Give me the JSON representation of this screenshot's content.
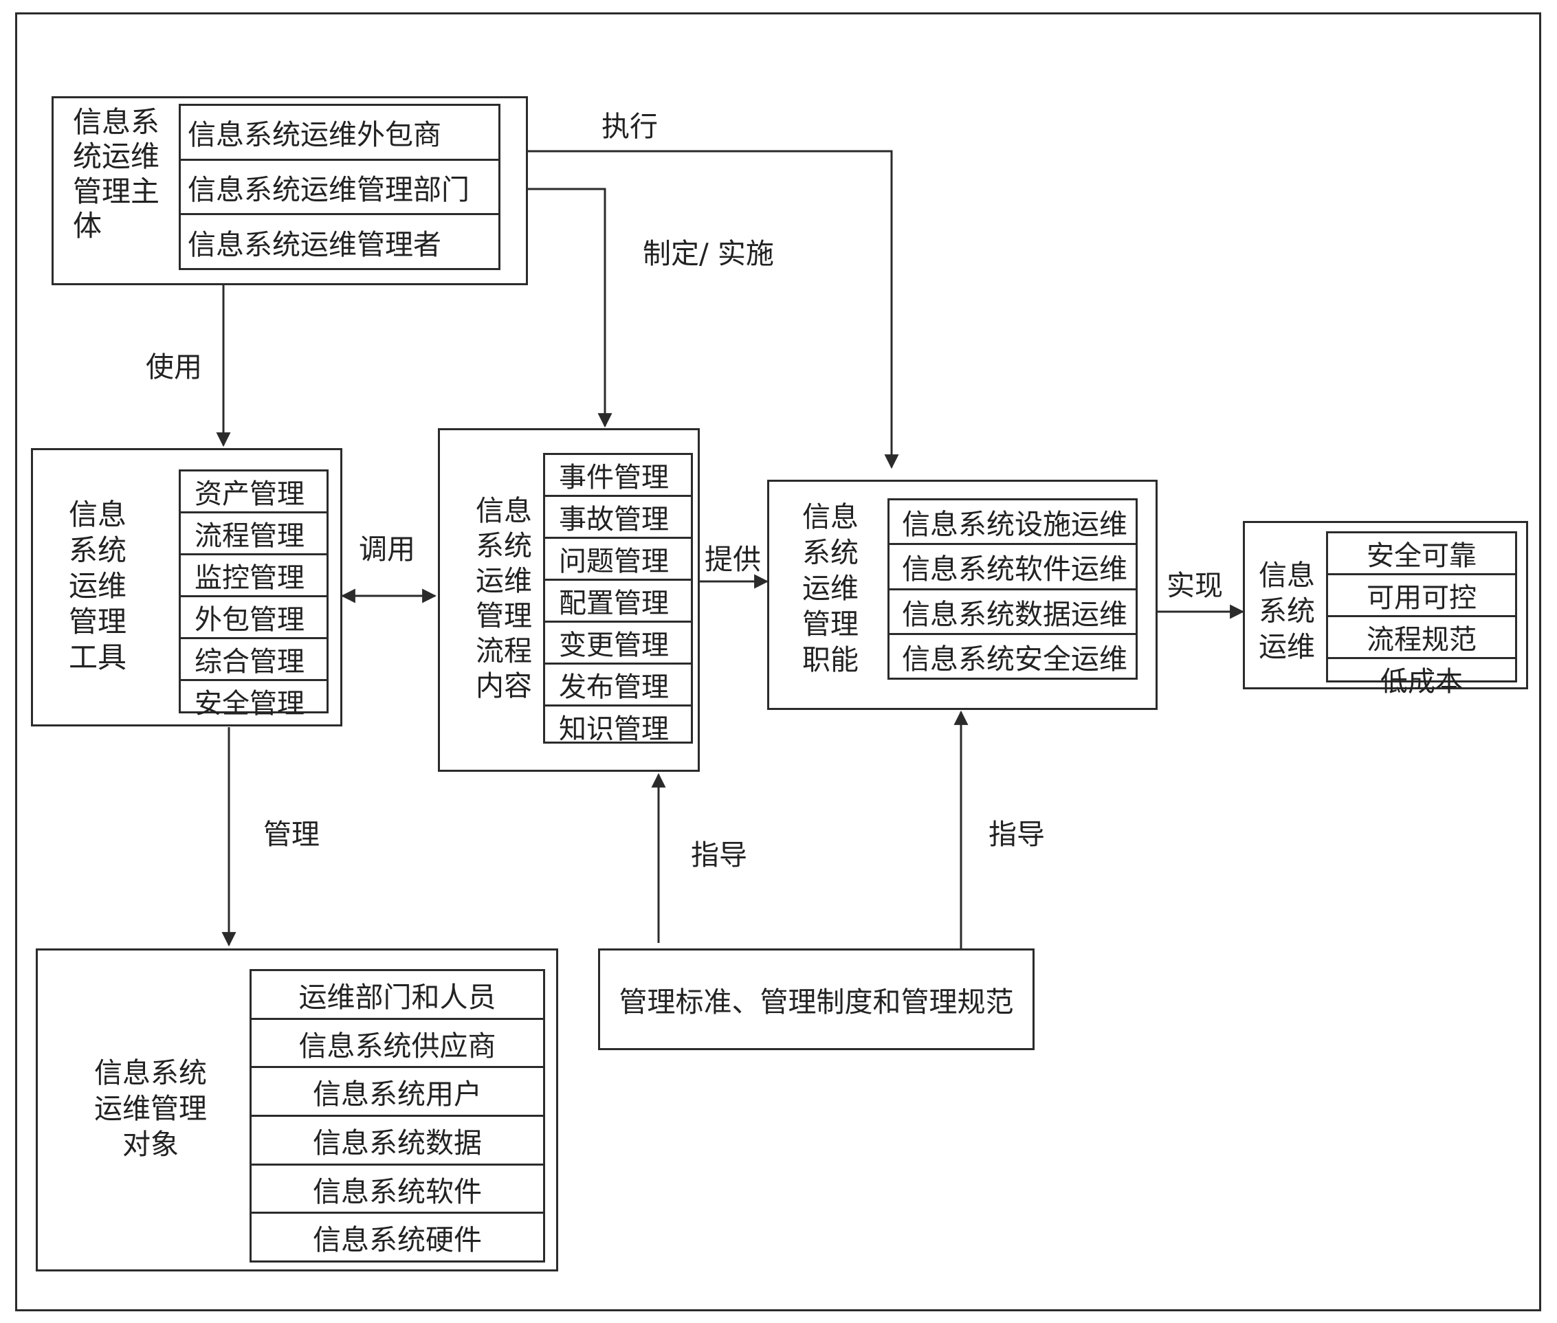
{
  "subject": {
    "title_lines": [
      "信息系",
      "统运维",
      "管理主",
      "体"
    ],
    "items": [
      "信息系统运维外包商",
      "信息系统运维管理部门",
      "信息系统运维管理者"
    ]
  },
  "tools": {
    "title_lines": [
      "信息",
      "系统",
      "运维",
      "管理",
      "工具"
    ],
    "items": [
      "资产管理",
      "流程管理",
      "监控管理",
      "外包管理",
      "综合管理",
      "安全管理"
    ]
  },
  "process": {
    "title_lines": [
      "信息",
      "系统",
      "运维",
      "管理",
      "流程",
      "内容"
    ],
    "items": [
      "事件管理",
      "事故管理",
      "问题管理",
      "配置管理",
      "变更管理",
      "发布管理",
      "知识管理"
    ]
  },
  "functions": {
    "title_lines": [
      "信息",
      "系统",
      "运维",
      "管理",
      "职能"
    ],
    "items": [
      "信息系统设施运维",
      "信息系统软件运维",
      "信息系统数据运维",
      "信息系统安全运维"
    ]
  },
  "goals": {
    "title_lines": [
      "信息",
      "系统",
      "运维"
    ],
    "items": [
      "安全可靠",
      "可用可控",
      "流程规范",
      "低成本"
    ]
  },
  "objects": {
    "title_lines": [
      "信息系统",
      "运维管理",
      "对象"
    ],
    "items": [
      "运维部门和人员",
      "信息系统供应商",
      "信息系统用户",
      "信息系统数据",
      "信息系统软件",
      "信息系统硬件"
    ]
  },
  "standards": {
    "label": "管理标准、管理制度和管理规范"
  },
  "edges": {
    "execute": "执行",
    "formulate": "制定/ 实施",
    "use": "使用",
    "invoke": "调用",
    "provide": "提供",
    "achieve": "实现",
    "manage": "管理",
    "guide_process": "指导",
    "guide_functions": "指导"
  },
  "colors": {
    "line": "#2b2b2b",
    "text": "#222222",
    "background": "#ffffff"
  }
}
